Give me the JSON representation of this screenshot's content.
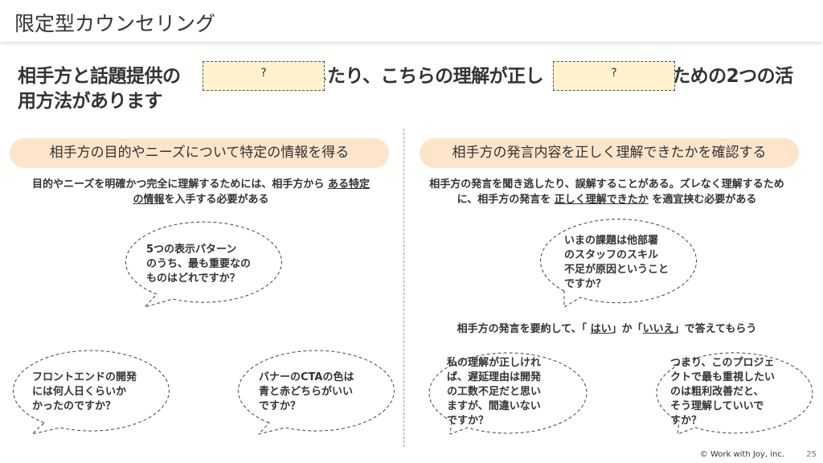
{
  "title": "限定型カウンセリング",
  "lead": {
    "part1": "相手方と話題提供の",
    "blank1": "?",
    "part2": "したり、こちらの理解が",
    "bold": "正し",
    "blank2": "?",
    "part3": "ための2つの活",
    "line2": "用方法があります"
  },
  "left": {
    "heading": "相手方の目的やニーズについて特定の情報を得る",
    "desc_a": "目的やニーズを明確かつ完全に理解するためには、相手方から ",
    "desc_u1": "ある特定",
    "desc_u2": "の情報",
    "desc_b": "を入手する必要がある",
    "bubbles": [
      "5つの表示パターン\nのうち、最も重要なの\nものはどれですか？",
      "フロントエンドの開発\nには何人日くらいか\nかったのですか？",
      "バナーのCTAの色は\n青と赤どちらがいい\nですか？"
    ]
  },
  "right": {
    "heading": "相手方の発言内容を正しく理解できたかを確認する",
    "desc_a": "相手方の発言を聞き逃したり、誤解することがある。ズレなく理解するため",
    "desc_b": "に、相手方の発言を ",
    "desc_u": "正しく理解できたか",
    "desc_c": " を適宜挟む必要がある",
    "mid_a": "相手方の発言を要約して、「 ",
    "mid_yes": "はい",
    "mid_b": "」か「",
    "mid_no": "いいえ",
    "mid_c": "」で答えてもらう",
    "bubbles": [
      "いまの課題は他部署\nのスタッフのスキル\n不足が原因ということ\nですか？",
      "私の理解が正しけれ\nば、遅延理由は開発\nの工数不足だと思い\nますが、間違いない\nですか？",
      "つまり、このプロジェ\nクトで最も重視したい\nのは粗利改善だと、\nそう理解していいで\nすか？"
    ]
  },
  "footer": {
    "copyright": "© Work with Joy, inc.",
    "page": "25"
  }
}
